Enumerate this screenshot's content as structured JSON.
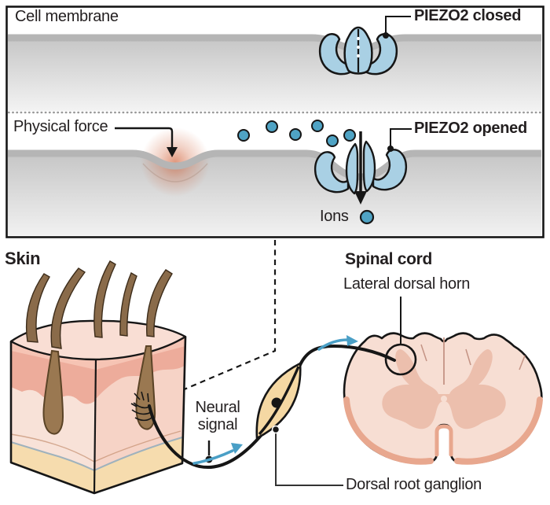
{
  "figure": {
    "panel_membrane": {
      "title": "Cell membrane",
      "closed_label": "PIEZO2 closed",
      "force_label": "Physical force",
      "opened_label": "PIEZO2 opened",
      "ions_label": "Ions"
    },
    "panel_pathway": {
      "skin_label": "Skin",
      "spinal_cord_label": "Spinal cord",
      "lateral_dorsal_horn_label": "Lateral dorsal horn",
      "neural_signal_label": "Neural signal",
      "dorsal_root_ganglion_label": "Dorsal root ganglion"
    }
  },
  "colors": {
    "text_dark": "#231f20",
    "outline_black": "#161616",
    "channel_blue": "#a9d0e4",
    "ion_blue": "#4fa3c4",
    "arrow_blue": "#4a9fc6",
    "membrane_gray": "#b5b5b5",
    "ganglion_tan": "#f5d8a3",
    "skin_top": "#f9ded4",
    "skin_epidermis": "#edac9b",
    "skin_dermis": "#f8e2d8",
    "skin_side": "#f6d3c6",
    "skin_fat": "#f6dcae",
    "hair_brown": "#8a6b4a",
    "hair_outline": "#3c2c1a",
    "follicle_brown": "#9a7851",
    "cord_light": "#f7ded3",
    "cord_gray": "#ecbfad",
    "cord_rim": "#e8a78e"
  }
}
